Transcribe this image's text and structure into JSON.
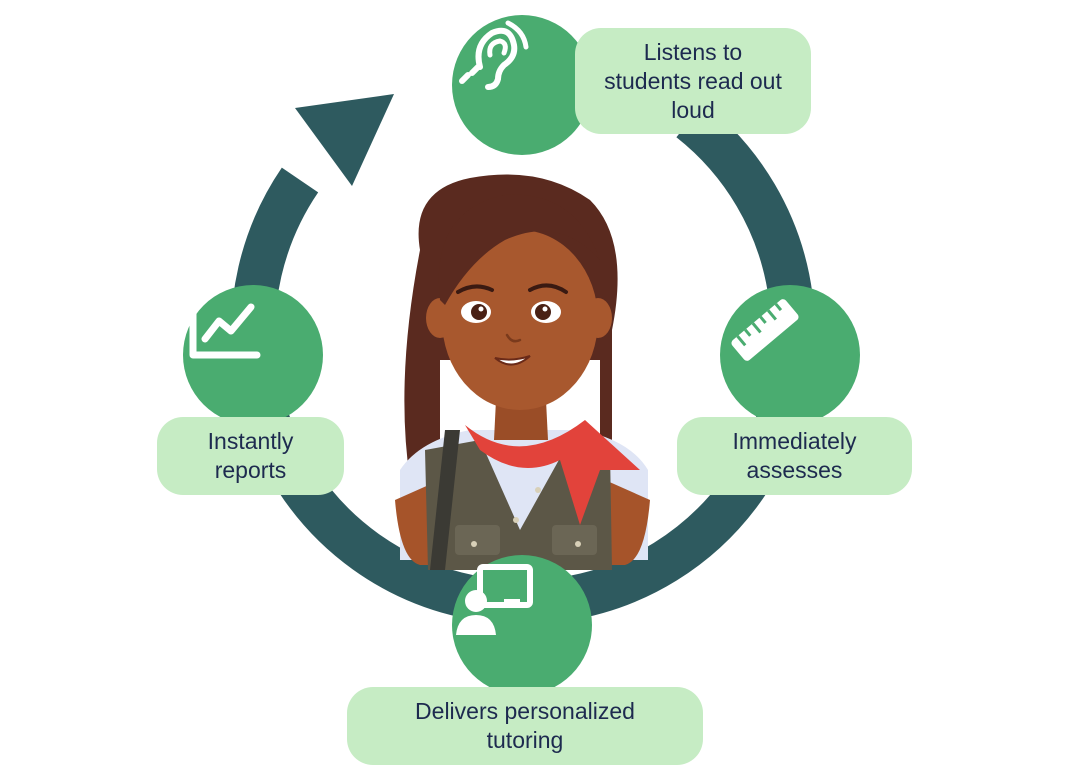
{
  "colors": {
    "ring": "#2e5a5f",
    "node_fill": "#4aac70",
    "label_fill": "#c6ecc4",
    "label_text": "#1d2a4f",
    "icon": "#ffffff"
  },
  "steps": [
    {
      "label": "Listens to\nstudents read out\nloud",
      "icon": "ear-icon"
    },
    {
      "label": "Immediately\nassesses",
      "icon": "ruler-icon"
    },
    {
      "label": "Delivers personalized\ntutoring",
      "icon": "tutor-icon"
    },
    {
      "label": "Instantly\nreports",
      "icon": "chart-icon"
    }
  ],
  "center": {
    "figure": "girl-illustration"
  }
}
